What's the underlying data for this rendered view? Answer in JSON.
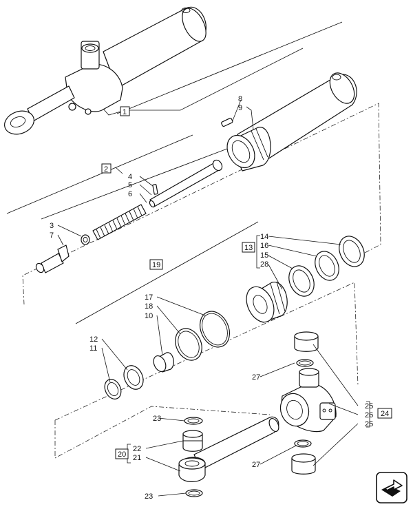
{
  "diagram": {
    "labels": {
      "p1": "1",
      "p2": "2",
      "p3": "3",
      "p4": "4",
      "p5": "5",
      "p6": "6",
      "p7": "7",
      "p8": "8",
      "p9": "9",
      "p10": "10",
      "p11": "11",
      "p12": "12",
      "p13": "13",
      "p14": "14",
      "p15": "15",
      "p16": "16",
      "p17": "17",
      "p18": "18",
      "p19": "19",
      "p20": "20",
      "p21": "21",
      "p22": "22",
      "p23a": "23",
      "p23b": "23",
      "p24": "24",
      "p25a": "25",
      "p25b": "25",
      "p26": "26",
      "p27a": "27",
      "p27b": "27",
      "p28": "28"
    }
  },
  "colors": {
    "ink": "#111111",
    "paper": "#ffffff"
  },
  "icons": {
    "nav": "arrow-navigation-icon"
  }
}
